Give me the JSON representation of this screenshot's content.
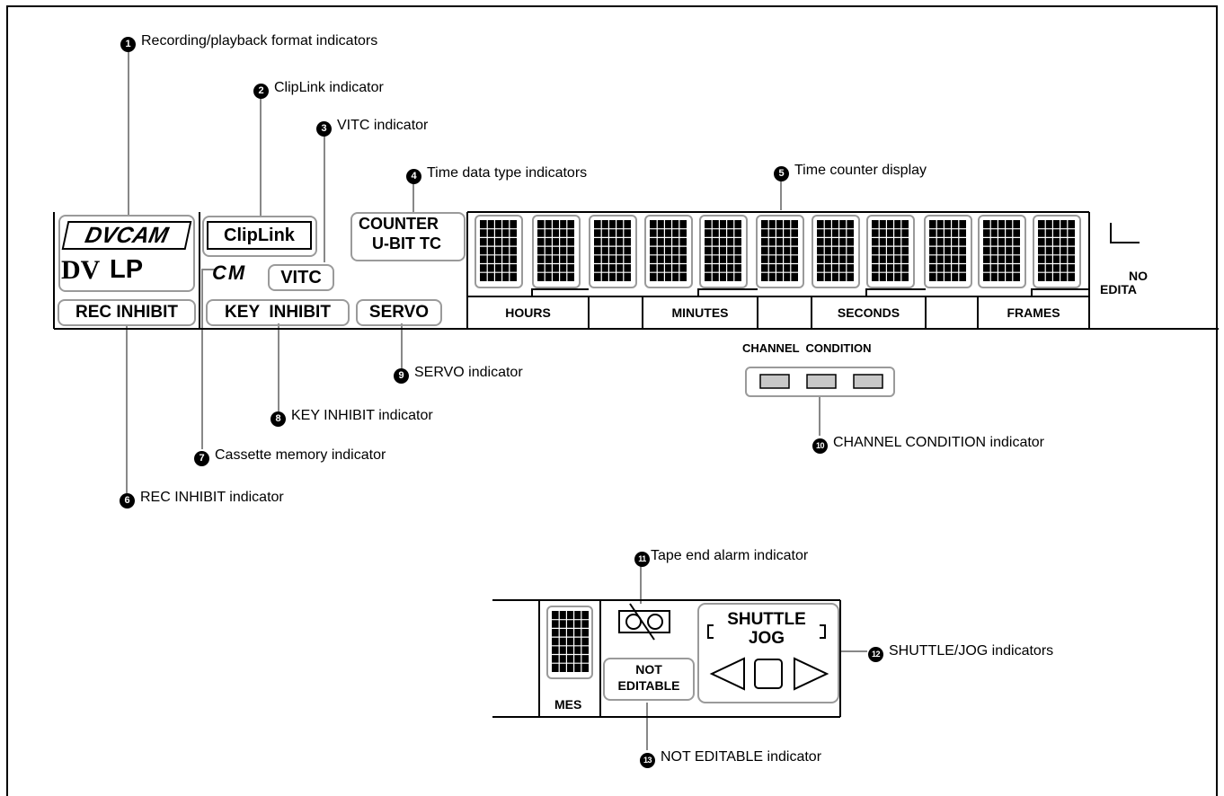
{
  "callouts": [
    {
      "num": "1",
      "text": "Recording/playback format indicators"
    },
    {
      "num": "2",
      "text": "ClipLink indicator"
    },
    {
      "num": "3",
      "text": "VITC indicator"
    },
    {
      "num": "4",
      "text": "Time data type indicators"
    },
    {
      "num": "5",
      "text": "Time counter display"
    },
    {
      "num": "6",
      "text": "REC INHIBIT indicator"
    },
    {
      "num": "7",
      "text": "Cassette memory indicator"
    },
    {
      "num": "8",
      "text": "KEY INHIBIT indicator"
    },
    {
      "num": "9",
      "text": "SERVO indicator"
    },
    {
      "num": "10",
      "text": "CHANNEL CONDITION indicator"
    },
    {
      "num": "11",
      "text": "Tape end alarm indicator"
    },
    {
      "num": "12",
      "text": "SHUTTLE/JOG indicators"
    },
    {
      "num": "13",
      "text": "NOT EDITABLE indicator"
    }
  ],
  "panel": {
    "dvcam": "DVCAM",
    "dv_logo": "DV",
    "lp": "LP",
    "rec_inhibit": "REC INHIBIT",
    "cliplink": "ClipLink",
    "cm_symbol": "CM",
    "vitc": "VITC",
    "key_inhibit": "KEY  INHIBIT",
    "counter": "COUNTER",
    "ubit_tc": "U-BIT TC",
    "servo": "SERVO",
    "segment_labels": [
      "HOURS",
      "MINUTES",
      "SECONDS",
      "FRAMES"
    ],
    "no": "NO",
    "edita": "EDITA",
    "channel_condition": "CHANNEL  CONDITION"
  },
  "lower_panel": {
    "mes": "MES",
    "not": "NOT",
    "editable": "EDITABLE",
    "shuttle": "SHUTTLE",
    "jog": "JOG"
  },
  "colors": {
    "pill_border": "#9a9a9a",
    "lamp_fill": "#c8c8c8",
    "dot": "#000000"
  }
}
